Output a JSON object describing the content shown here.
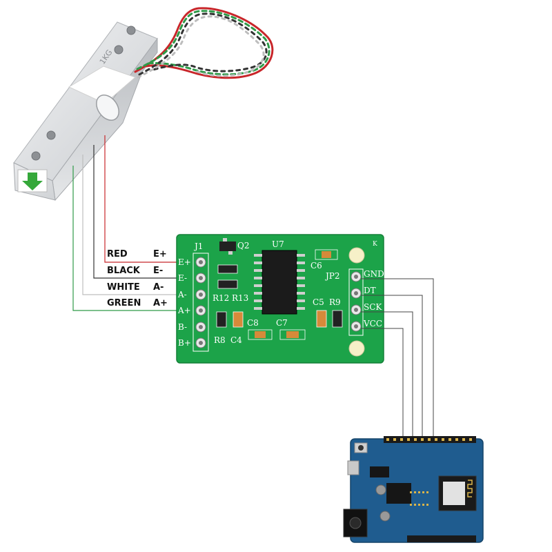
{
  "wire_labels": [
    {
      "color_name": "RED",
      "signal": "E+",
      "wire_color": "#c8262a"
    },
    {
      "color_name": "BLACK",
      "signal": "E-",
      "wire_color": "#333333"
    },
    {
      "color_name": "WHITE",
      "signal": "A-",
      "wire_color": "#bdbdbd"
    },
    {
      "color_name": "GREEN",
      "signal": "A+",
      "wire_color": "#2e9a48"
    }
  ],
  "hx711_board": {
    "j1_label": "J1",
    "j1_pins": [
      "E+",
      "E-",
      "A-",
      "A+",
      "B-",
      "B+"
    ],
    "jp2_label": "JP2",
    "jp2_pins": [
      "GND",
      "DT",
      "SCK",
      "VCC"
    ],
    "components": {
      "q2": "Q2",
      "u7": "U7",
      "c6": "C6",
      "r12": "R12",
      "r13": "R13",
      "c5": "C5",
      "r9": "R9",
      "c8": "C8",
      "c7": "C7",
      "r8": "R8",
      "c4": "C4",
      "corner_mark": "K"
    },
    "pcb_color": "#1ca349"
  },
  "load_cell": {
    "body_color": "#d9dbde",
    "arrow_color": "#35a83a",
    "engraving": "1KG"
  },
  "arduino": {
    "board_color": "#1f5c8f"
  }
}
